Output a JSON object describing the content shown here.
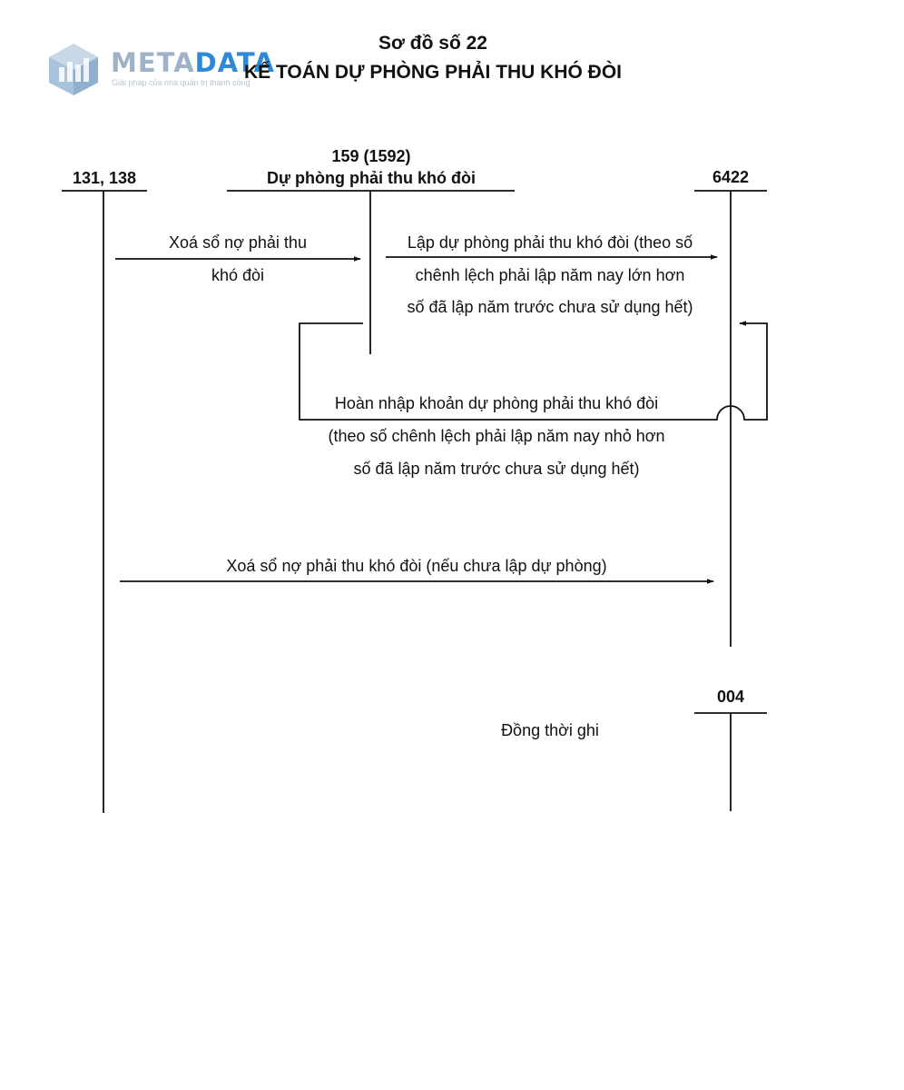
{
  "header": {
    "diagram_number": "Sơ đồ số 22",
    "title": "KẾ TOÁN DỰ PHÒNG PHẢI THU KHÓ ĐÒI"
  },
  "logo": {
    "name_part1": "META",
    "name_part2": "DATA",
    "tagline": "Giải pháp của nhà quản trị thành công",
    "color_primary": "#9fb3c8",
    "color_accent": "#2f89d8"
  },
  "accounts": {
    "receivables": "131, 138",
    "provision_code": "159 (1592)",
    "provision_name": "Dự phòng phải thu khó đòi",
    "expense": "6422",
    "off_balance": "004"
  },
  "flows": {
    "write_off_line1": "Xoá sổ nợ phải thu",
    "write_off_line2": "khó đòi",
    "setup_line1": "Lập dự phòng phải thu khó đòi (theo số",
    "setup_line2": "chênh lệch phải lập năm nay lớn hơn",
    "setup_line3": "số đã lập năm trước chưa sử dụng hết)",
    "reversal_line1": "Hoàn nhập khoản dự phòng phải thu khó đòi",
    "reversal_line2": "(theo số chênh lệch phải lập năm nay nhỏ hơn",
    "reversal_line3": "số đã lập năm trước chưa sử dụng hết)",
    "write_off_no_provision": "Xoá sổ nợ phải thu khó đòi (nếu chưa lập dự phòng)",
    "simultaneous": "Đồng thời ghi"
  }
}
